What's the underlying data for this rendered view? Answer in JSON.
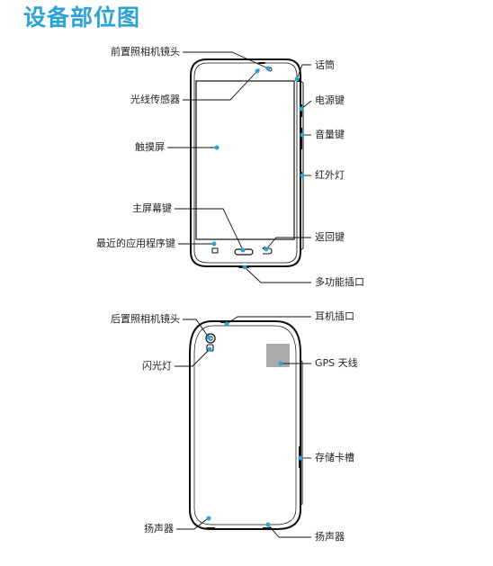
{
  "title": "设备部位图",
  "colors": {
    "accent": "#2aa3d8",
    "line": "#111111",
    "antenna": "#aaaaaa"
  },
  "front": {
    "labels": {
      "front_camera": "前置照相机镜头",
      "light_sensor": "光线传感器",
      "touchscreen": "触摸屏",
      "home_key": "主屏幕键",
      "recent_apps_key": "最近的应用程序键",
      "microphone": "话筒",
      "power_key": "电源键",
      "volume_key": "音量键",
      "ir_led": "红外灯",
      "back_key": "返回键",
      "multipurpose_jack": "多功能插口"
    }
  },
  "back": {
    "labels": {
      "rear_camera": "后置照相机镜头",
      "flash": "闪光灯",
      "speaker_left": "扬声器",
      "headset_jack": "耳机插口",
      "gps_antenna": "GPS 天线",
      "memory_card_slot": "存储卡槽",
      "speaker_right": "扬声器"
    }
  }
}
